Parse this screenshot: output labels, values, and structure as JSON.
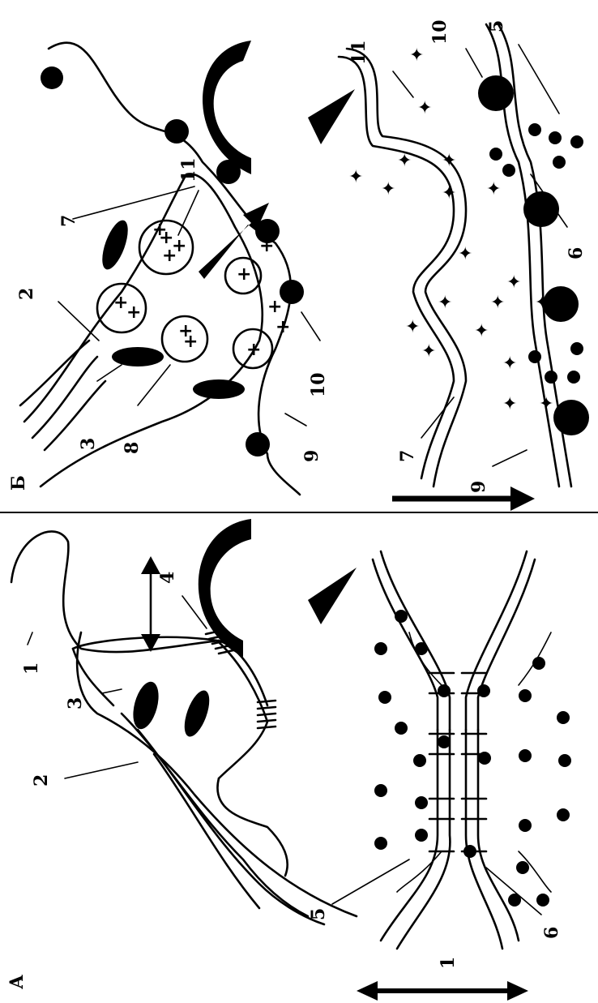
{
  "figure": {
    "panel_a_label": "А",
    "panel_b_label": "Б",
    "panel_a_numbers": [
      "1",
      "3",
      "2",
      "4",
      "5",
      "6",
      "1"
    ],
    "panel_b_numbers": [
      "2",
      "7",
      "11",
      "3",
      "8",
      "10",
      "9",
      "7",
      "9",
      "11",
      "10",
      "5",
      "6"
    ]
  }
}
